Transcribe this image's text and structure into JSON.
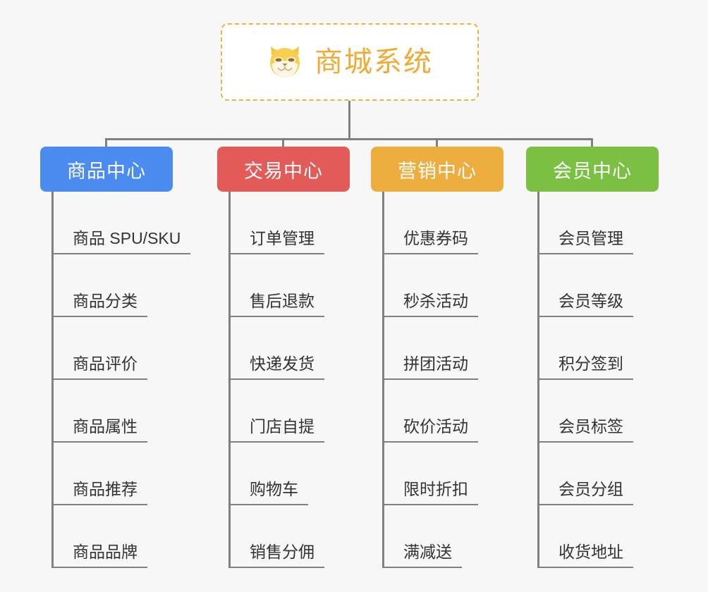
{
  "page": {
    "background_color": "#f7f7f7",
    "line_color": "#808080",
    "type": "mindmap-org-chart"
  },
  "root": {
    "title": "商城系统",
    "icon": "shiba-dog-icon",
    "text_color": "#efab35",
    "border_color": "#f2b23e",
    "background_color": "#ffffff"
  },
  "columns": [
    {
      "header": "商品中心",
      "color": "#4a8cf0",
      "items": [
        "商品 SPU/SKU",
        "商品分类",
        "商品评价",
        "商品属性",
        "商品推荐",
        "商品品牌"
      ]
    },
    {
      "header": "交易中心",
      "color": "#e25b58",
      "items": [
        "订单管理",
        "售后退款",
        "快递发货",
        "门店自提",
        "购物车",
        "销售分佣"
      ]
    },
    {
      "header": "营销中心",
      "color": "#eead3f",
      "items": [
        "优惠券码",
        "秒杀活动",
        "拼团活动",
        "砍价活动",
        "限时折扣",
        "满减送"
      ]
    },
    {
      "header": "会员中心",
      "color": "#7ac143",
      "items": [
        "会员管理",
        "会员等级",
        "积分签到",
        "会员标签",
        "会员分组",
        "收货地址"
      ]
    }
  ]
}
